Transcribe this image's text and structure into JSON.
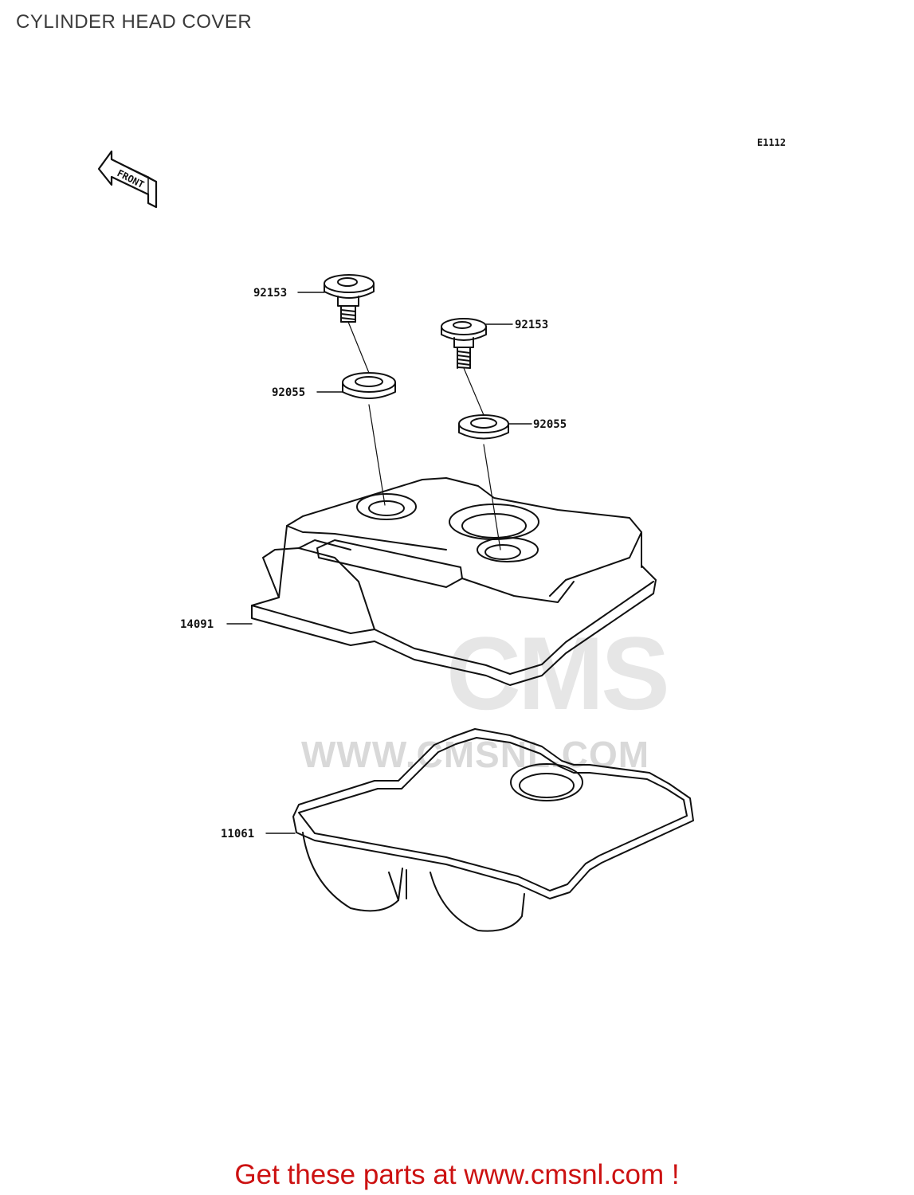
{
  "page": {
    "title": "CYLINDER HEAD COVER",
    "diagram_code": "E1112"
  },
  "front_marker": {
    "text": "FRONT",
    "icon": "front-direction-arrow-icon"
  },
  "parts": {
    "bolt_left": "92153",
    "bolt_right": "92153",
    "washer_left": "92055",
    "washer_right": "92055",
    "cover": "14091",
    "gasket": "11061"
  },
  "watermark": {
    "logo_text": "CMS",
    "url_text": "WWW.CMSNL.COM"
  },
  "footer": {
    "cta_text": "Get these parts at www.cmsnl.com !"
  },
  "colors": {
    "line": "#111111",
    "watermark": "#d9d9d9",
    "cta": "#cc1111"
  }
}
